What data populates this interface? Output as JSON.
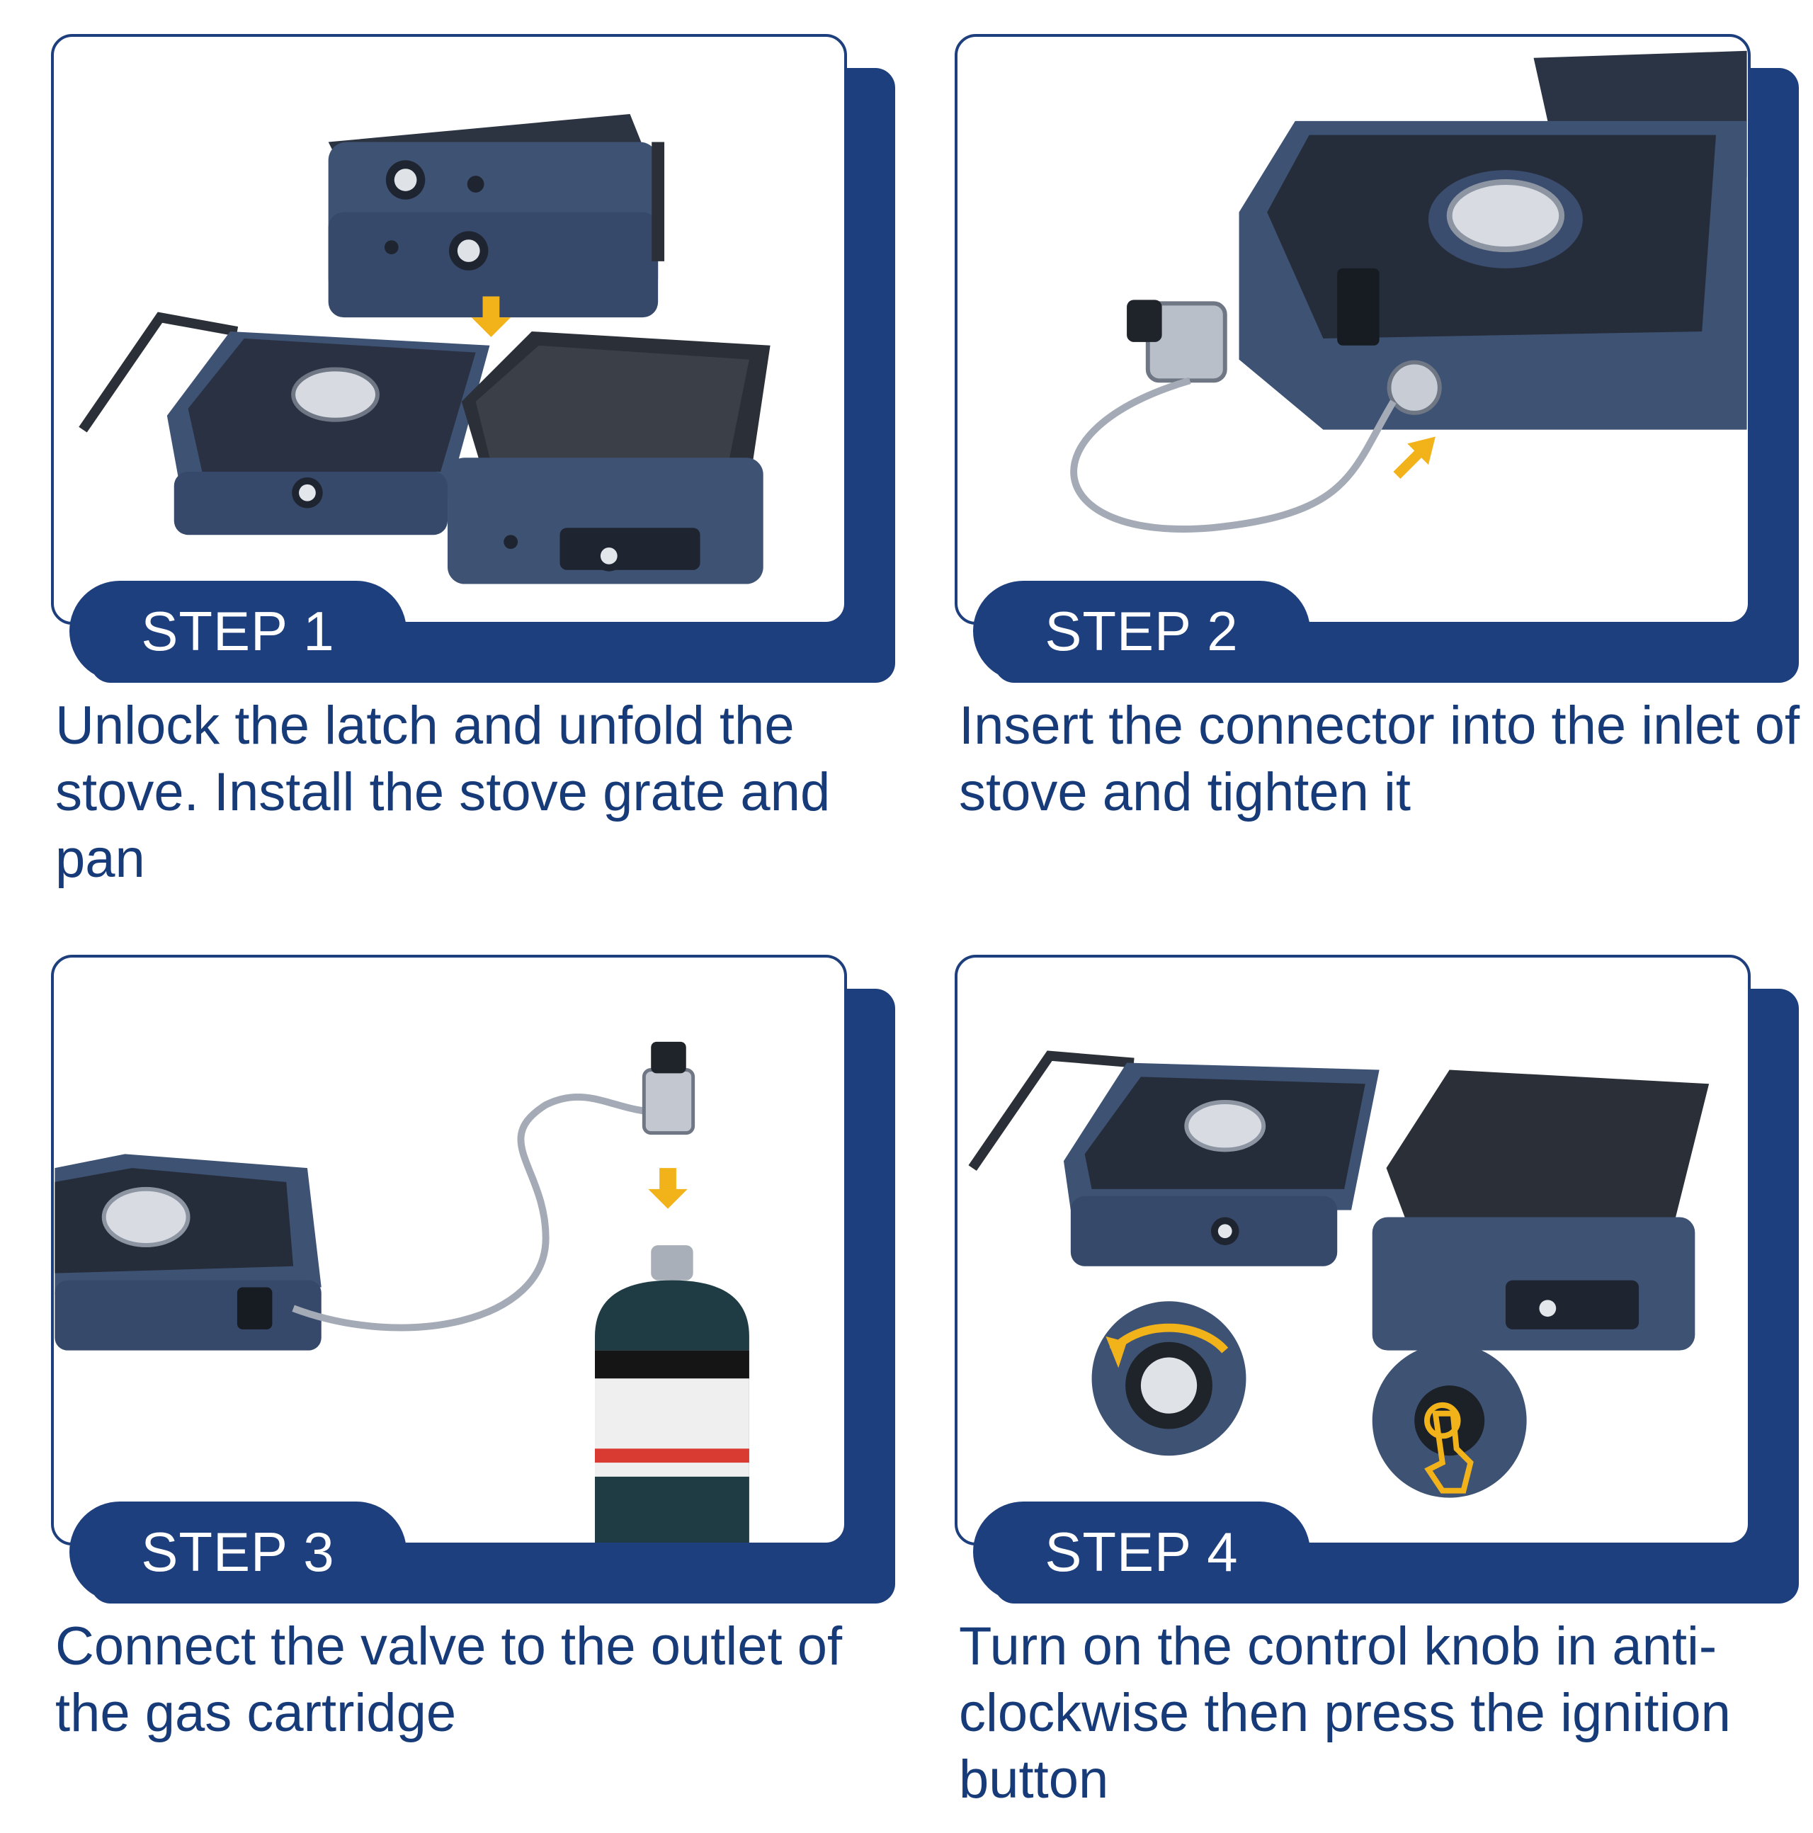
{
  "colors": {
    "brand_navy": "#1e3f7e",
    "caption_text": "#163b78",
    "stove_blue": "#3e5274",
    "arrow_yellow": "#f2b21a"
  },
  "steps": [
    {
      "label": "STEP 1",
      "caption": "Unlock the latch and unfold the stove. Install the stove grate and pan",
      "illustration": "stove-unfold-illustration"
    },
    {
      "label": "STEP 2",
      "caption": "Insert the connector into the inlet of stove and tighten it",
      "illustration": "connector-insert-illustration"
    },
    {
      "label": "STEP 3",
      "caption": "Connect the valve to the outlet of the gas cartridge",
      "illustration": "gas-cartridge-illustration"
    },
    {
      "label": "STEP 4",
      "caption": "Turn on the control knob in anti-clockwise then press the ignition button",
      "illustration": "knob-ignition-illustration"
    }
  ]
}
